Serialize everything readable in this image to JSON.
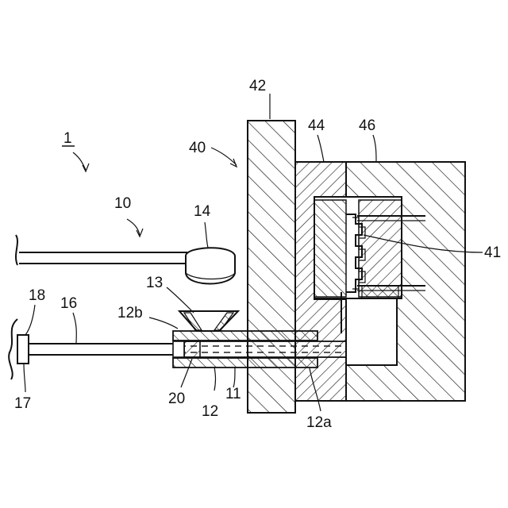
{
  "figure": {
    "labels": {
      "assembly": "1",
      "feeder": "10",
      "cylinder": "11",
      "barrel": "12",
      "barrel_end": "12a",
      "barrel_inlet": "12b",
      "hopper": "13",
      "head": "14",
      "rod": "16",
      "base": "17",
      "actuator": "18",
      "plunger": "20",
      "mold": "40",
      "cavity": "41",
      "fixed_plate": "42",
      "block": "44",
      "core": "46"
    }
  }
}
